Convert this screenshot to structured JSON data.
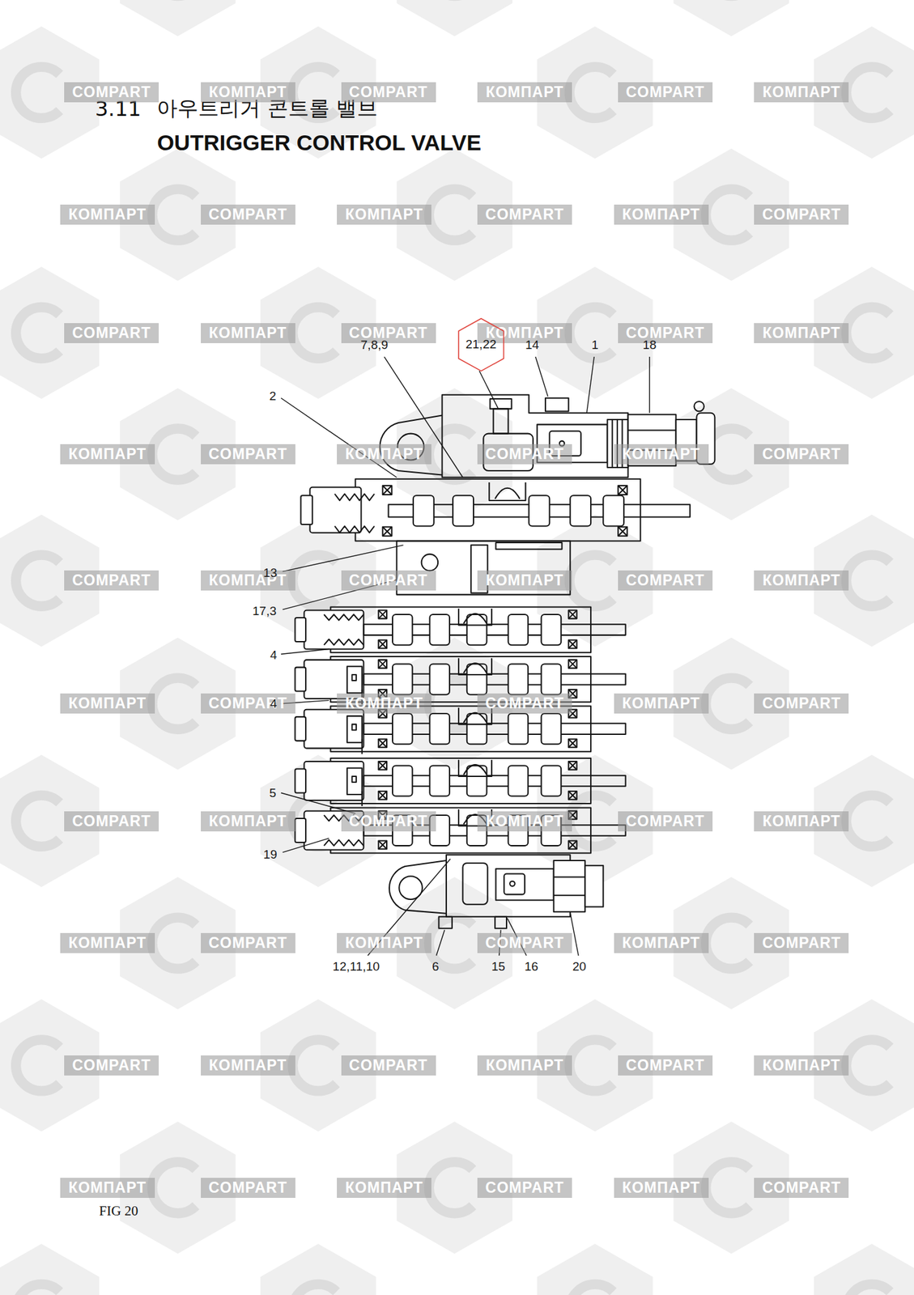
{
  "diagram": {
    "title": "OUTRIGGER CONTROL VALVE",
    "caption": "FIG 20",
    "nodes": [
      {
        "text": [
          "21,22"
        ]
      }
    ],
    "labels": [
      "3.11",
      "아우트리거 콘트롤 밸브",
      "7,8,9",
      "14",
      "1",
      "18",
      "2",
      "13",
      "17,3",
      "4",
      "4",
      "5",
      "19",
      "12,11,10",
      "6",
      "15",
      "16",
      "20",
      "COMPART",
      "КОМПАРТ",
      "COMPART",
      "КОМПАРТ",
      "COMPART",
      "КОМПАРТ",
      "КОМПАРТ",
      "COMPART",
      "КОМПАРТ",
      "COMPART",
      "КОМПАРТ",
      "COMPART",
      "COMPART",
      "КОМПАРТ",
      "COMPART",
      "КОМПАРТ",
      "COMPART",
      "КОМПАРТ",
      "КОМПАРТ",
      "COMPART",
      "КОМПАРТ",
      "COMPART",
      "КОМПАРТ",
      "COMPART",
      "COMPART",
      "КОМПАРТ",
      "COMPART",
      "КОМПАРТ",
      "COMPART",
      "КОМПАРТ",
      "КОМПАРТ",
      "COMPART",
      "КОМПАРТ",
      "COMPART",
      "КОМПАРТ",
      "COMPART",
      "COMPART",
      "КОМПАРТ",
      "COMPART",
      "КОМПАРТ",
      "COMPART",
      "КОМПАРТ",
      "КОМПАРТ",
      "COMPART",
      "КОМПАРТ",
      "COMPART",
      "КОМПАРТ",
      "COMPART",
      "COMPART",
      "КОМПАРТ",
      "COMPART",
      "КОМПАРТ",
      "COMPART",
      "КОМПАРТ",
      "КОМПАРТ",
      "COMPART",
      "КОМПАРТ",
      "COMPART",
      "КОМПАРТ",
      "COMPART"
    ]
  }
}
